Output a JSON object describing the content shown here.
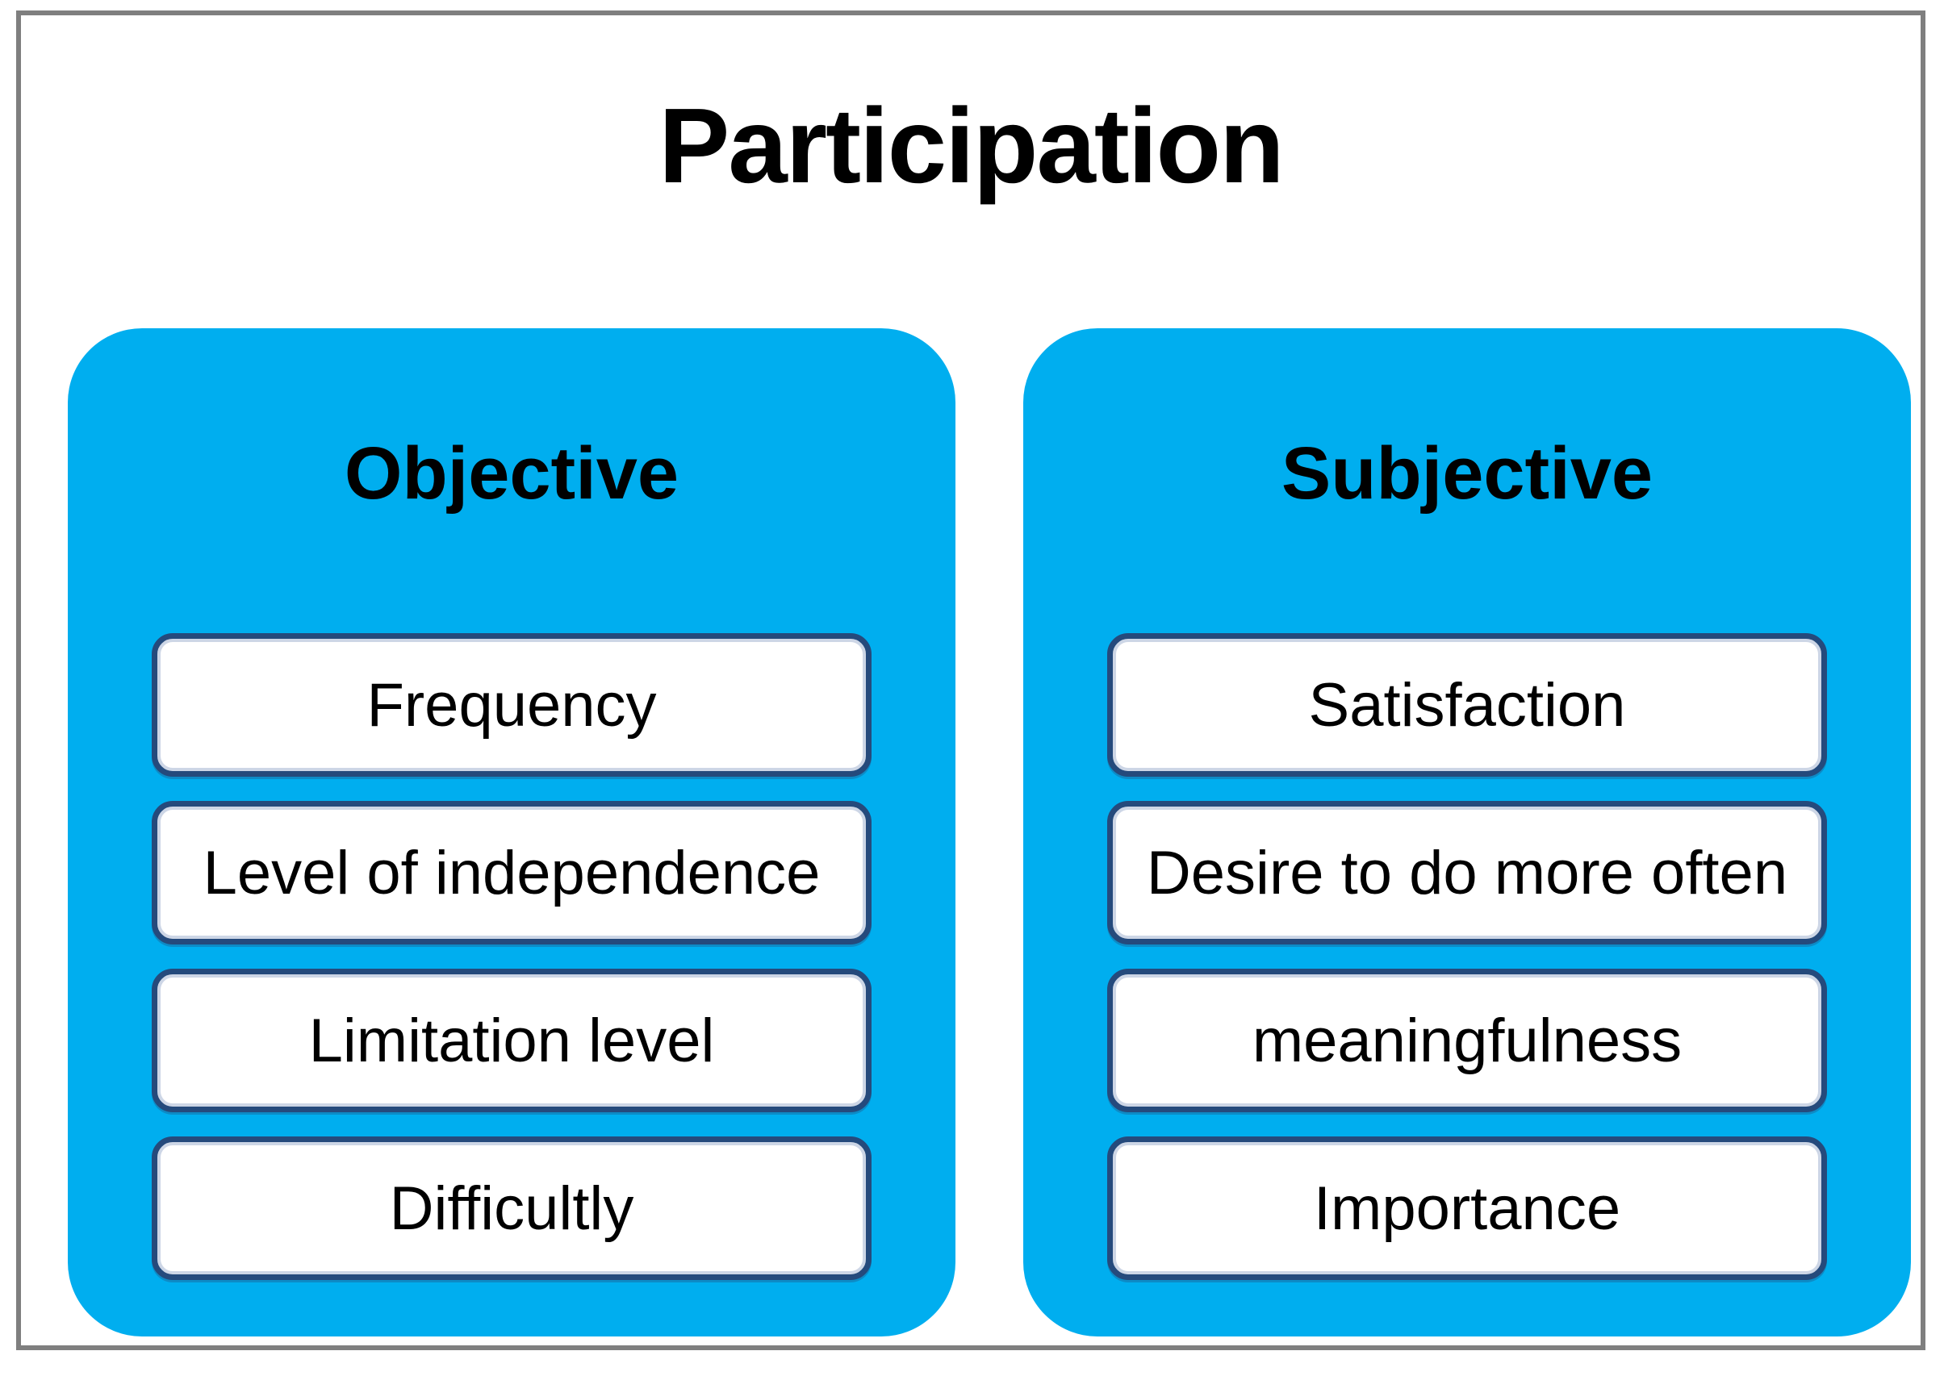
{
  "title": "Participation",
  "colors": {
    "panel_bg": "#00AEEF",
    "box_border": "#254A7C",
    "box_bg": "#FFFFFF",
    "frame_border": "#7F7F7F",
    "text": "#000000"
  },
  "columns": [
    {
      "header": "Objective",
      "items": [
        "Frequency",
        "Level of independence",
        "Limitation level",
        "Difficultly"
      ]
    },
    {
      "header": "Subjective",
      "items": [
        "Satisfaction",
        "Desire to do more often",
        "meaningfulness",
        "Importance"
      ]
    }
  ]
}
